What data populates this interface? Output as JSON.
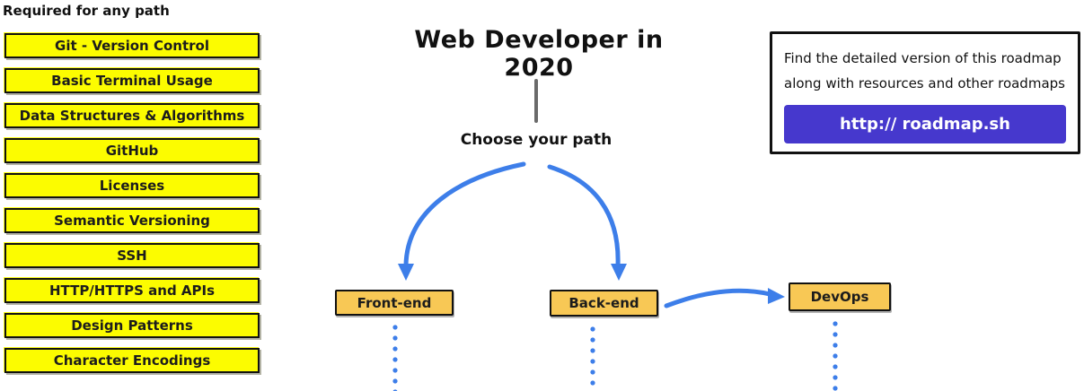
{
  "colors": {
    "highlight_yellow": "#FCFC00",
    "node_orange": "#F8C855",
    "arrow_blue": "#3D7EE9",
    "button_purple": "#4638CD",
    "border_black": "#111111"
  },
  "sidebar": {
    "header": "Required for any path",
    "items": [
      "Git - Version Control",
      "Basic Terminal Usage",
      "Data Structures & Algorithms",
      "GitHub",
      "Licenses",
      "Semantic Versioning",
      "SSH",
      "HTTP/HTTPS and APIs",
      "Design Patterns",
      "Character Encodings"
    ]
  },
  "main": {
    "title": "Web Developer in 2020",
    "choose_label": "Choose your path",
    "nodes": [
      {
        "id": "front-end",
        "label": "Front-end"
      },
      {
        "id": "back-end",
        "label": "Back-end"
      },
      {
        "id": "devops",
        "label": "DevOps"
      }
    ]
  },
  "info_box": {
    "line1": "Find the detailed version of this roadmap",
    "line2": "along with resources and other roadmaps",
    "button_label": "http:// roadmap.sh"
  }
}
